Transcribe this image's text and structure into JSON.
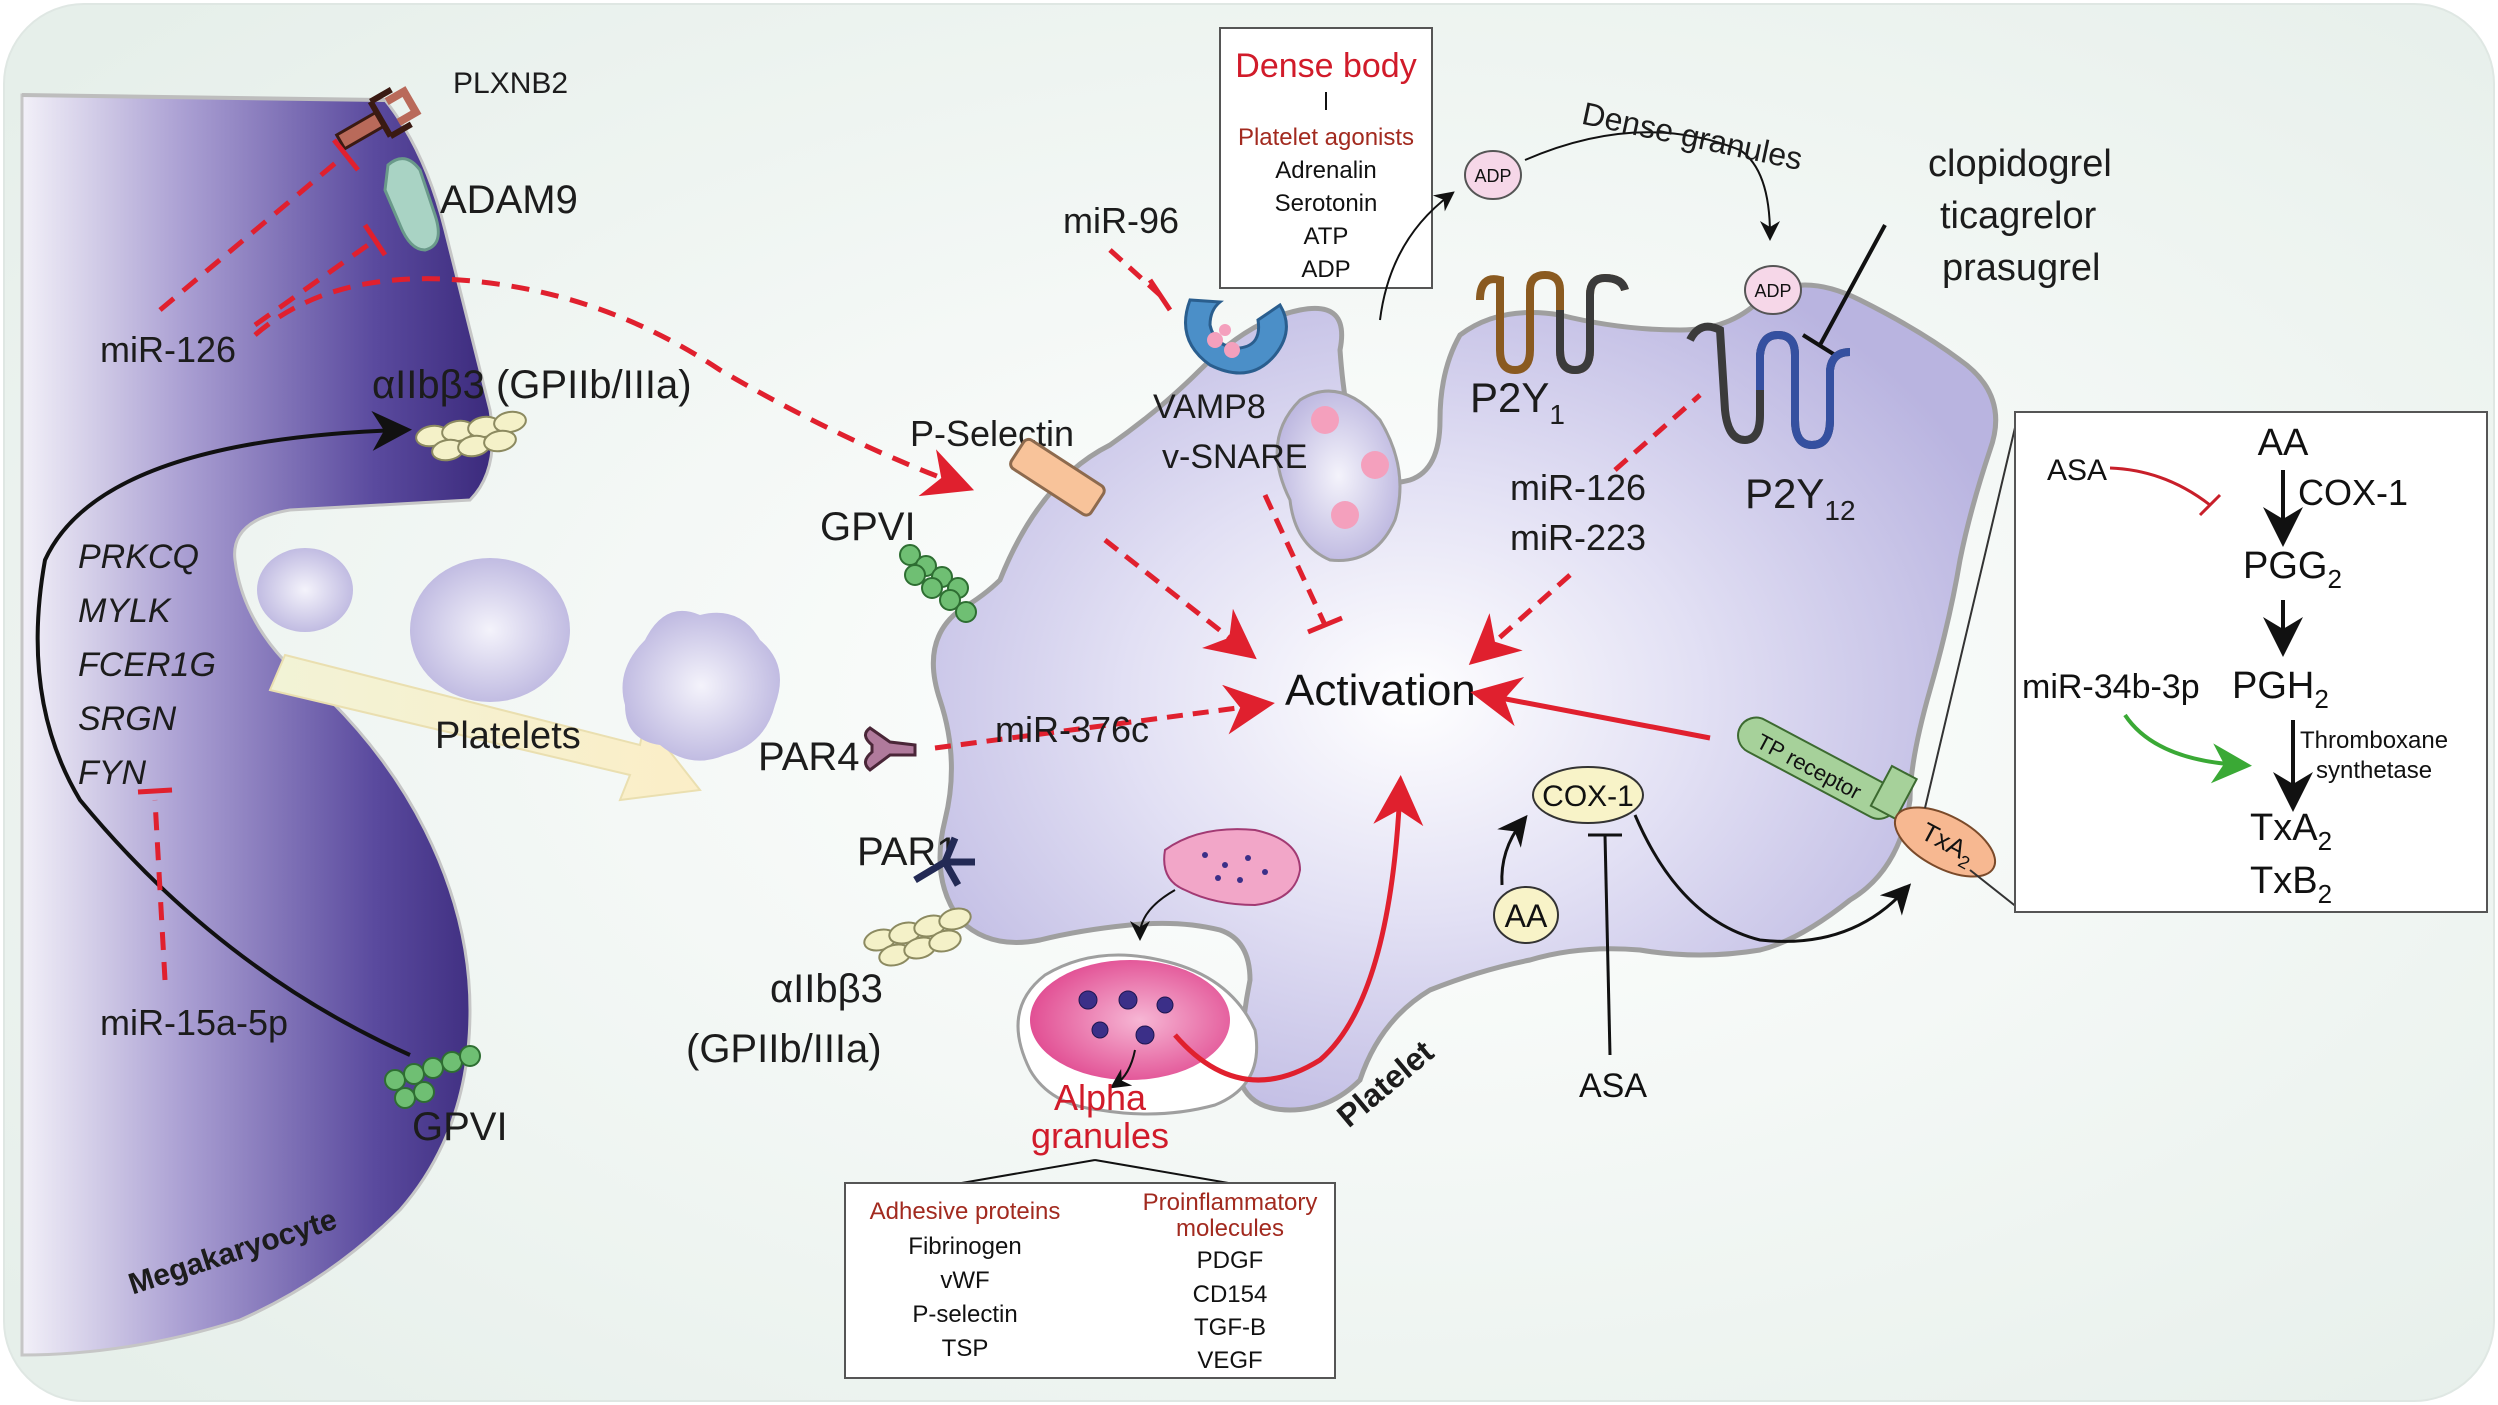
{
  "colors": {
    "background": "#edf3f0",
    "megakaryocyte_dark": "#3b2a7c",
    "platelet_fill": "#c6c3e8",
    "inhibition_red": "#e0202e",
    "activation_red": "#e0202e",
    "label_red": "#d11b2a",
    "label_darkred": "#a22a1f",
    "green_arrow": "#3aa935"
  },
  "megakaryocyte": {
    "title": "Megakaryocyte",
    "receptors": {
      "plxnb2": "PLXNB2",
      "adam9": "ADAM9",
      "integrin": "αIIbβ3 (GPIIb/IIIa)",
      "gpvi": "GPVI"
    },
    "mirnas": {
      "mir126": "miR-126",
      "mir15a": "miR-15a-5p"
    },
    "genes": [
      "PRKCQ",
      "MYLK",
      "FCER1G",
      "SRGN",
      "FYN"
    ],
    "platelets_label": "Platelets"
  },
  "platelet": {
    "title": "Platelet",
    "activation": "Activation",
    "p_selectin": "P-Selectin",
    "gpvi": "GPVI",
    "par4": "PAR4",
    "par1": "PAR1",
    "integrin_line1": "αIIbβ3",
    "integrin_line2": "(GPIIb/IIIa)",
    "mir376c": "miR-376c",
    "mir96": "miR-96",
    "vamp8_line1": "VAMP8",
    "vamp8_line2": "v-SNARE",
    "p2y1": "P2Y",
    "p2y1_sub": "1",
    "p2y12": "P2Y",
    "p2y12_sub": "12",
    "mir126": "miR-126",
    "mir223": "miR-223",
    "cox1": "COX-1",
    "aa": "AA",
    "asa": "ASA",
    "tp_receptor": "TP receptor",
    "txa2": "TxA",
    "txa2_sub": "2",
    "alpha_line1": "Alpha",
    "alpha_line2": "granules"
  },
  "dense_body_box": {
    "title": "Dense body",
    "subtitle": "Platelet agonists",
    "items": [
      "Adrenalin",
      "Serotonin",
      "ATP",
      "ADP"
    ]
  },
  "adp_cycle": {
    "adp1": "ADP",
    "adp2": "ADP",
    "label": "Dense granules"
  },
  "drugs": [
    "clopidogrel",
    "ticagrelor",
    "prasugrel"
  ],
  "alpha_box": {
    "left_title": "Adhesive proteins",
    "left_items": [
      "Fibrinogen",
      "vWF",
      "P-selectin",
      "TSP"
    ],
    "right_title_line1": "Proinflammatory",
    "right_title_line2": "molecules",
    "right_items": [
      "PDGF",
      "CD154",
      "TGF-B",
      "VEGF"
    ]
  },
  "pathway_box": {
    "asa": "ASA",
    "aa": "AA",
    "cox1": "COX-1",
    "pgg2": "PGG",
    "pgg2_sub": "2",
    "pgh2": "PGH",
    "pgh2_sub": "2",
    "mirna": "miR-34b-3p",
    "synthetase_line1": "Thromboxane",
    "synthetase_line2": "synthetase",
    "txa2": "TxA",
    "txa2_sub": "2",
    "txb2": "TxB",
    "txb2_sub": "2"
  }
}
